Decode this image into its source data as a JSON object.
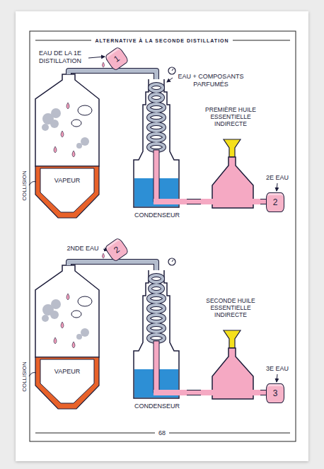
{
  "diagram": {
    "title": "ALTERNATIVE À LA SECONDE DISTILLATION",
    "nodes": [
      {
        "text": [
          "1"
        ]
      },
      {
        "text": [
          "VAPEUR"
        ]
      },
      {
        "text": [
          "CONDENSEUR"
        ]
      },
      {
        "text": [
          "PREMIÈRE HUILE ESSENTIELLE INDIRECTE"
        ]
      },
      {
        "text": [
          "2"
        ]
      },
      {
        "text": [
          "2"
        ]
      },
      {
        "text": [
          "VAPEUR"
        ]
      },
      {
        "text": [
          "CONDENSEUR"
        ]
      },
      {
        "text": [
          "SECONDE HUILE ESSENTIELLE INDIRECTE"
        ]
      },
      {
        "text": [
          "3"
        ]
      }
    ],
    "edges": [
      {
        "from": 1,
        "to": 2,
        "arrow": "none"
      },
      {
        "from": 2,
        "to": 3,
        "arrow": "none"
      },
      {
        "from": 3,
        "to": 4,
        "arrow": "none"
      },
      {
        "from": 6,
        "to": 7,
        "arrow": "none"
      },
      {
        "from": 7,
        "to": 8,
        "arrow": "none"
      },
      {
        "from": 8,
        "to": 9,
        "arrow": "none"
      }
    ],
    "labels": [
      "EAU DE LA 1E DISTILLATION",
      "EAU + COMPOSANTS PARFUMÉS",
      "COLLISION",
      "2E EAU",
      "2NDE EAU",
      "COLLISION",
      "3E EAU",
      "68"
    ]
  }
}
